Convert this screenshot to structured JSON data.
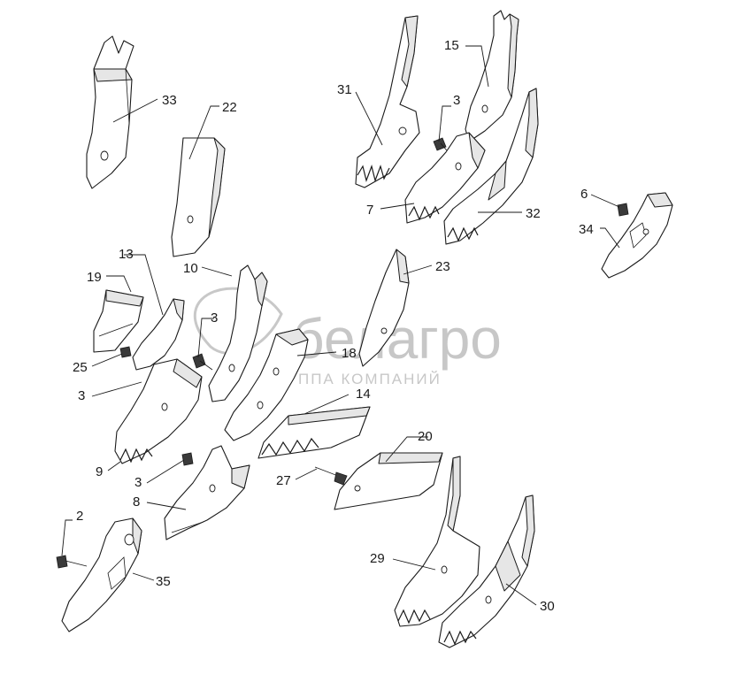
{
  "labels": {
    "l2": "2",
    "l3a": "3",
    "l3b": "3",
    "l3c": "3",
    "l3d": "3",
    "l6": "6",
    "l7": "7",
    "l8": "8",
    "l9": "9",
    "l10": "10",
    "l13": "13",
    "l14": "14",
    "l15": "15",
    "l18": "18",
    "l19": "19",
    "l20": "20",
    "l22": "22",
    "l23": "23",
    "l25": "25",
    "l27": "27",
    "l29": "29",
    "l30": "30",
    "l31": "31",
    "l32": "32",
    "l33": "33",
    "l34": "34",
    "l35": "35"
  },
  "watermark": {
    "brand": "белагро",
    "tagline": "ГРУППА КОМПАНИЙ"
  },
  "colors": {
    "line": "#1a1a1a",
    "watermark": "#9a9a9a"
  }
}
